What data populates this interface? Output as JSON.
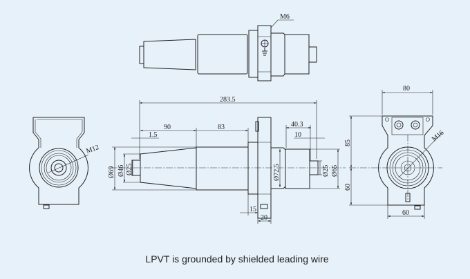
{
  "caption": "LPVT is grounded by shielded leading wire",
  "top_view": {
    "thread_label": "M6"
  },
  "side_view": {
    "overall_length": "283.5",
    "length_taper": "90",
    "length_body": "83",
    "step": "1.5",
    "right_length": "40.3",
    "right_step": "10",
    "flange_15": "15",
    "flange_20": "20",
    "dia_69": "Ø69",
    "dia_46": "Ø46",
    "dia_25_left": "Ø25",
    "dia_72_5": "Ø72.5",
    "dia_25_right": "Ø25",
    "dia_65": "Ø65"
  },
  "left_end_view": {
    "thread_label": "M12"
  },
  "right_end_view": {
    "thread_label": "M16",
    "width_top": "80",
    "height_top": "85",
    "height_bottom": "60",
    "width_bottom": "60"
  }
}
